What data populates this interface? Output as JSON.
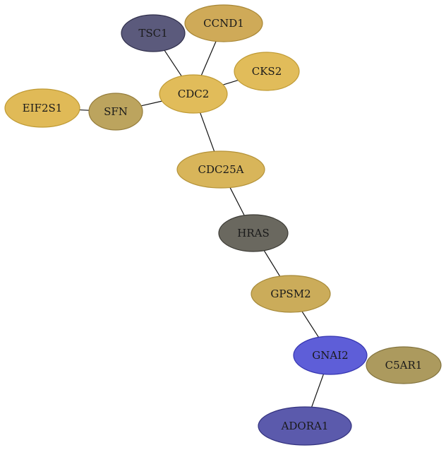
{
  "nodes": [
    {
      "id": "TSC1",
      "label": "TSC1",
      "fill": "#5b5a7c",
      "stroke": "#2f2e4a"
    },
    {
      "id": "CCND1",
      "label": "CCND1",
      "fill": "#cfaa58",
      "stroke": "#a88736"
    },
    {
      "id": "CKS2",
      "label": "CKS2",
      "fill": "#e1bc5a",
      "stroke": "#bf9a34"
    },
    {
      "id": "CDC2",
      "label": "CDC2",
      "fill": "#e1bc5a",
      "stroke": "#bf9a34"
    },
    {
      "id": "EIF2S1",
      "label": "EIF2S1",
      "fill": "#e0ba57",
      "stroke": "#bf9a34"
    },
    {
      "id": "SFN",
      "label": "SFN",
      "fill": "#bca45e",
      "stroke": "#957d3c"
    },
    {
      "id": "CDC25A",
      "label": "CDC25A",
      "fill": "#d8b55a",
      "stroke": "#b49238"
    },
    {
      "id": "HRAS",
      "label": "HRAS",
      "fill": "#6a685f",
      "stroke": "#3c3b35"
    },
    {
      "id": "GPSM2",
      "label": "GPSM2",
      "fill": "#cbac5a",
      "stroke": "#a68938"
    },
    {
      "id": "GNAI2",
      "label": "GNAI2",
      "fill": "#5e5ed8",
      "stroke": "#3434b0"
    },
    {
      "id": "C5AR1",
      "label": "C5AR1",
      "fill": "#ac9a5e",
      "stroke": "#82733e"
    },
    {
      "id": "ADORA1",
      "label": "ADORA1",
      "fill": "#5b5aac",
      "stroke": "#33327e"
    }
  ],
  "edges": [
    {
      "source": "TSC1",
      "target": "CDC2"
    },
    {
      "source": "CCND1",
      "target": "CDC2"
    },
    {
      "source": "CKS2",
      "target": "CDC2"
    },
    {
      "source": "SFN",
      "target": "CDC2"
    },
    {
      "source": "EIF2S1",
      "target": "SFN"
    },
    {
      "source": "CDC2",
      "target": "CDC25A"
    },
    {
      "source": "CDC25A",
      "target": "HRAS"
    },
    {
      "source": "HRAS",
      "target": "GPSM2"
    },
    {
      "source": "GPSM2",
      "target": "GNAI2"
    },
    {
      "source": "GNAI2",
      "target": "ADORA1"
    }
  ]
}
